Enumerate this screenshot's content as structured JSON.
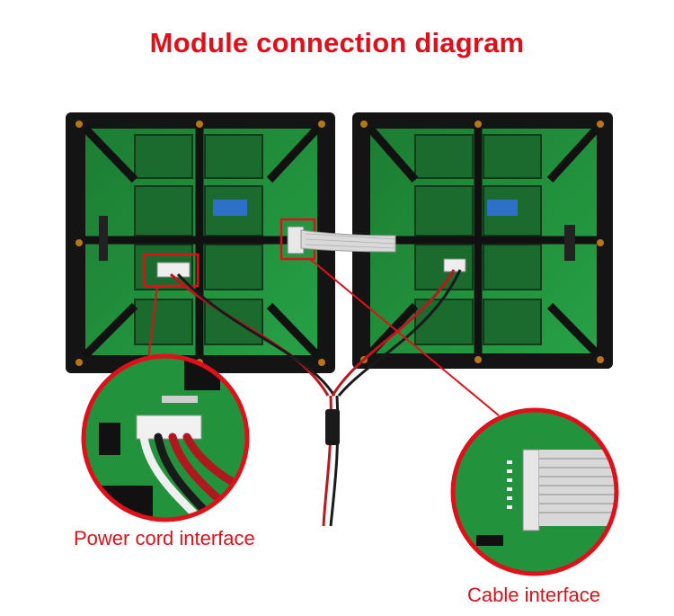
{
  "title": "Module connection diagram",
  "labels": {
    "power": "Power cord interface",
    "cable": "Cable interface"
  },
  "colors": {
    "accent": "#e0101b",
    "pcb": "#1f8a3a",
    "frame": "#151515"
  }
}
